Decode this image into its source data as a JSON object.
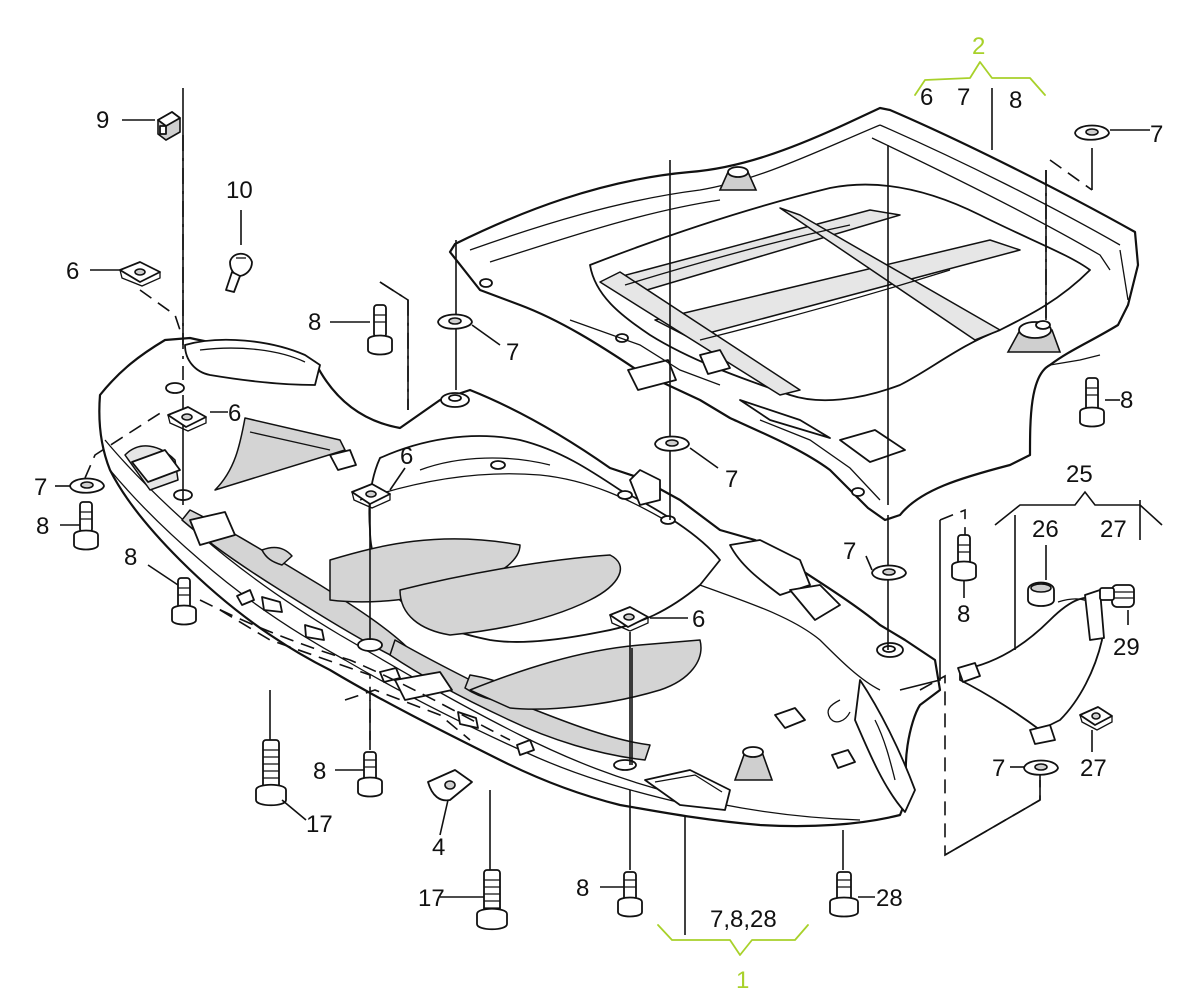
{
  "accent": "#a8d12a",
  "groups": {
    "group_1": {
      "number": "1",
      "sub": "7,8,28"
    },
    "group_2": {
      "number": "2",
      "sub": [
        "6",
        "7",
        "8"
      ]
    },
    "group_25": {
      "number": "25",
      "sub": [
        "26",
        "27"
      ]
    }
  },
  "labels": {
    "l9": "9",
    "l10": "10",
    "l6a": "6",
    "l6b": "6",
    "l6c": "6",
    "l6d": "6",
    "l8a": "8",
    "l8b": "8",
    "l8c": "8",
    "l8d": "8",
    "l8e": "8",
    "l8f": "8",
    "l8g": "8",
    "l7a": "7",
    "l7b": "7",
    "l7c": "7",
    "l7d": "7",
    "l7e": "7",
    "l7f": "7",
    "l17a": "17",
    "l17b": "17",
    "l4": "4",
    "l28": "28",
    "l29": "29",
    "l27": "27"
  }
}
